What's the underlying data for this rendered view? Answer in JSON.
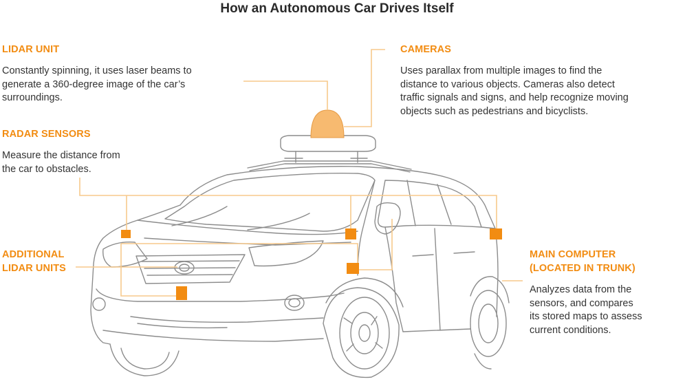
{
  "title": "How an Autonomous Car Drives Itself",
  "colors": {
    "accent": "#f28c12",
    "leader": "#f7c98c",
    "outline": "#8a8a8a",
    "text": "#333333"
  },
  "labels": {
    "lidar_unit": {
      "heading": "LIDAR UNIT",
      "lines": [
        "Constantly spinning, it uses laser beams to",
        "generate a 360-degree image of the car’s",
        "surroundings."
      ]
    },
    "cameras": {
      "heading": "CAMERAS",
      "lines": [
        "Uses parallax from multiple images to find the",
        "distance to various objects. Cameras also detect",
        "traffic signals and signs, and help recognize moving",
        "objects such as pedestrians and bicyclists."
      ]
    },
    "radar_sensors": {
      "heading": "RADAR SENSORS",
      "lines": [
        "Measure the distance from",
        "the car to obstacles."
      ]
    },
    "additional_lidar": {
      "heading_lines": [
        "ADDITIONAL",
        "LIDAR UNITS"
      ]
    },
    "main_computer": {
      "heading_lines": [
        "MAIN COMPUTER",
        "(LOCATED IN TRUNK)"
      ],
      "lines": [
        "Analyzes data from the",
        "sensors, and compares",
        "its stored maps to assess",
        "current conditions."
      ]
    }
  }
}
